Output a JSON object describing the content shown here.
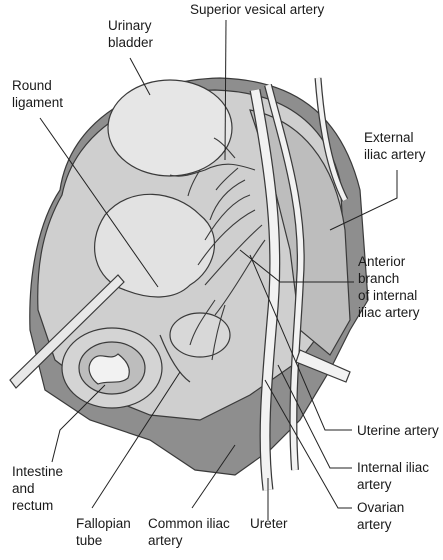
{
  "labels": {
    "superior_vesical_artery": "Superior vesical artery",
    "urinary_bladder": [
      "Urinary",
      "bladder"
    ],
    "round_ligament": [
      "Round",
      "ligament"
    ],
    "external_iliac_artery": [
      "External",
      "iliac artery"
    ],
    "anterior_branch": [
      "Anterior",
      "branch",
      "of internal",
      "iliac artery"
    ],
    "uterine_artery": "Uterine artery",
    "internal_iliac_artery": [
      "Internal iliac",
      "artery"
    ],
    "ovarian_artery": [
      "Ovarian",
      "artery"
    ],
    "intestine_and_rectum": [
      "Intestine",
      "and",
      "rectum"
    ],
    "fallopian_tube": [
      "Fallopian",
      "tube"
    ],
    "common_iliac_artery": [
      "Common iliac",
      "artery"
    ],
    "ureter": "Ureter"
  },
  "colors": {
    "tissue": "#cfcfcf",
    "tissue_light": "#e2e2e2",
    "tissue_dark": "#8e8e8e",
    "outline": "#3a3a3a",
    "vessel": "#f2f2f2",
    "leader": "#222222"
  }
}
